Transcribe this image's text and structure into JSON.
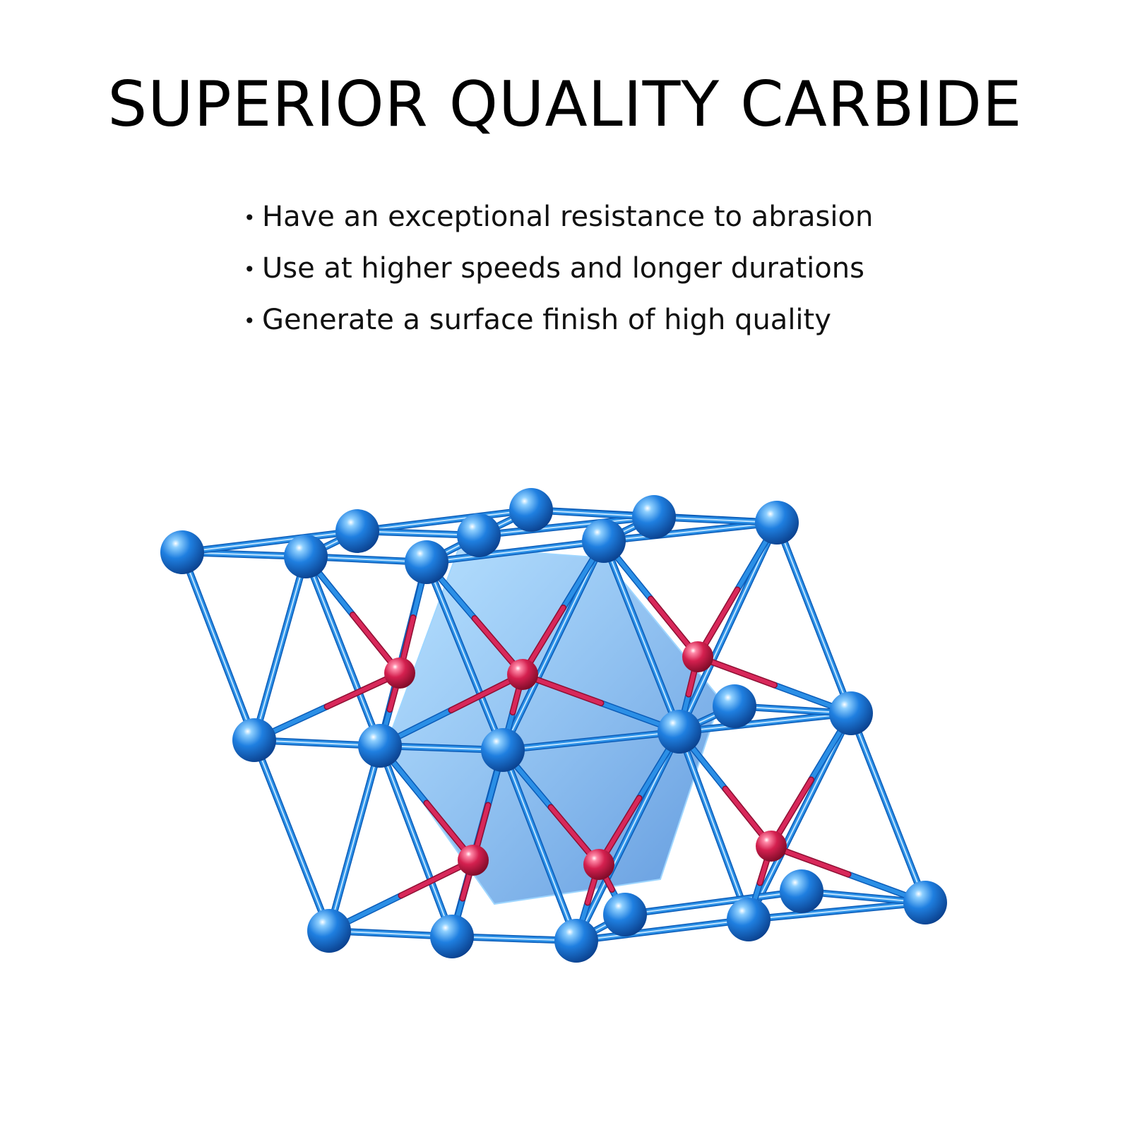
{
  "title": "SUPERIOR QUALITY CARBIDE",
  "bullet_symbol": "•",
  "features": [
    "Have an exceptional resistance to abrasion",
    "Use at higher speeds and longer durations",
    "Generate a surface finish of high quality"
  ],
  "illustration": {
    "subject": "crystal-lattice-model",
    "colors": {
      "atom_blue": "#1f7fe0",
      "atom_red": "#d4204f",
      "bond_blue": "#2b8fe6",
      "bond_red": "#d8285a",
      "polyhedron": "#3aa6f0"
    }
  }
}
